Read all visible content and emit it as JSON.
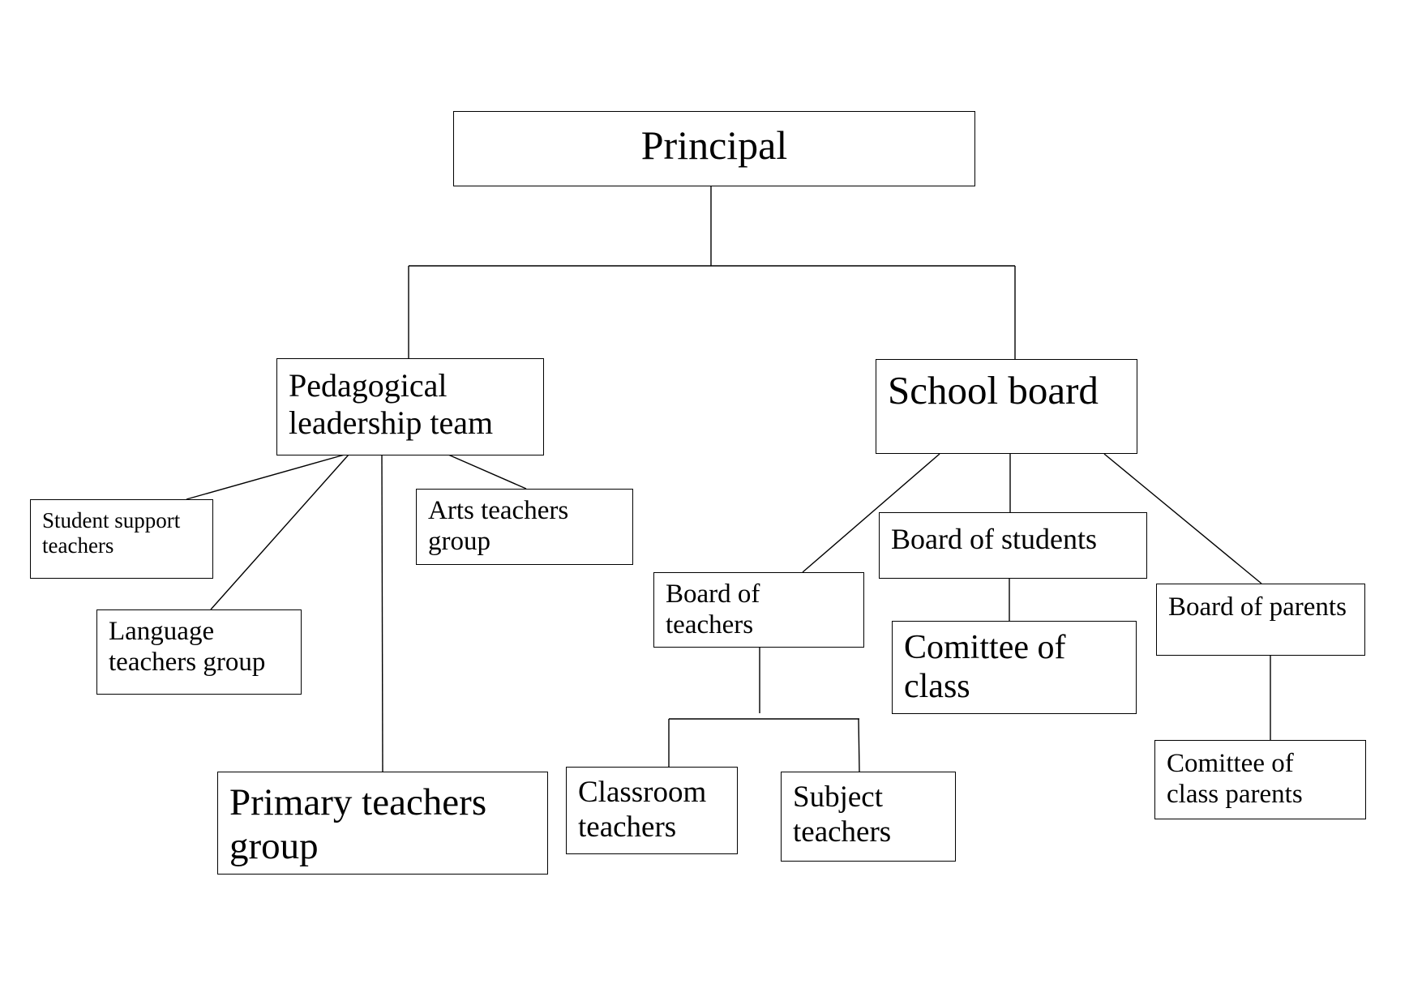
{
  "diagram": {
    "type": "org-chart",
    "nodes": {
      "principal": "Principal",
      "pedagogical_leadership_team": "Pedagogical\nleadership team",
      "school_board": "School board",
      "student_support_teachers": "Student support\nteachers",
      "language_teachers_group": "Language\nteachers group",
      "primary_teachers_group": "Primary teachers\ngroup",
      "arts_teachers_group": "Arts teachers\ngroup",
      "board_of_teachers": "Board of\nteachers",
      "board_of_students": "Board of students",
      "board_of_parents": "Board of parents",
      "comittee_of_class": "Comittee of\nclass",
      "classroom_teachers": "Classroom\nteachers",
      "subject_teachers": "Subject\nteachers",
      "comittee_of_class_parents": "Comittee of\nclass parents"
    },
    "edges": [
      [
        "principal",
        "pedagogical_leadership_team"
      ],
      [
        "principal",
        "school_board"
      ],
      [
        "pedagogical_leadership_team",
        "student_support_teachers"
      ],
      [
        "pedagogical_leadership_team",
        "language_teachers_group"
      ],
      [
        "pedagogical_leadership_team",
        "primary_teachers_group"
      ],
      [
        "pedagogical_leadership_team",
        "arts_teachers_group"
      ],
      [
        "school_board",
        "board_of_teachers"
      ],
      [
        "school_board",
        "board_of_students"
      ],
      [
        "school_board",
        "board_of_parents"
      ],
      [
        "board_of_students",
        "comittee_of_class"
      ],
      [
        "board_of_teachers",
        "classroom_teachers"
      ],
      [
        "board_of_teachers",
        "subject_teachers"
      ],
      [
        "board_of_parents",
        "comittee_of_class_parents"
      ]
    ]
  }
}
